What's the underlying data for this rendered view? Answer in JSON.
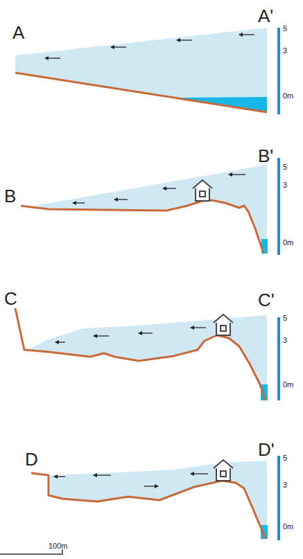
{
  "diagram": {
    "labels": [
      "A",
      "A'",
      "5",
      "3",
      "0m",
      "B",
      "B'",
      "5",
      "3",
      "0m",
      "C",
      "C'",
      "5",
      "3",
      "0m",
      "D",
      "D'",
      "5",
      "3",
      "0m",
      "100m"
    ]
  }
}
